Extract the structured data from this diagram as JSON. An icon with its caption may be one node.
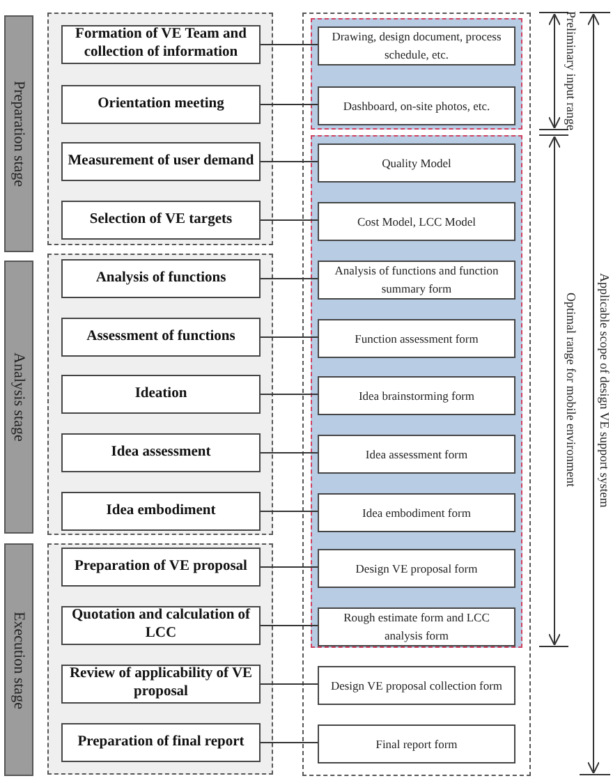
{
  "diagram": {
    "nodes": [
      {
        "text": [
          "Preparation stage"
        ]
      },
      {
        "text": [
          "Analysis stage"
        ]
      },
      {
        "text": [
          "Execution stage"
        ]
      },
      {
        "text": [],
        "shape": "box"
      },
      {
        "text": [],
        "shape": "box"
      },
      {
        "text": [],
        "shape": "box"
      },
      {
        "text": [
          "Formation of VE Team and collection of information"
        ],
        "in": 3
      },
      {
        "text": [
          "Orientation meeting"
        ],
        "in": 3
      },
      {
        "text": [
          "Measurement of user demand"
        ],
        "in": 3
      },
      {
        "text": [
          "Selection of VE targets"
        ],
        "in": 3
      },
      {
        "text": [
          "Analysis of functions"
        ],
        "in": 4
      },
      {
        "text": [
          "Assessment of functions"
        ],
        "in": 4
      },
      {
        "text": [
          "Ideation"
        ],
        "in": 4
      },
      {
        "text": [
          "Idea assessment"
        ],
        "in": 4
      },
      {
        "text": [
          "Idea embodiment"
        ],
        "in": 4
      },
      {
        "text": [
          "Preparation of VE proposal"
        ],
        "in": 5
      },
      {
        "text": [
          "Quotation and calculation of LCC"
        ],
        "in": 5
      },
      {
        "text": [
          "Review of applicability of VE proposal"
        ],
        "in": 5
      },
      {
        "text": [
          "Preparation of final report"
        ],
        "in": 5
      },
      {
        "text": [],
        "shape": "box"
      },
      {
        "text": [],
        "shape": "box",
        "in": 19
      },
      {
        "text": [],
        "shape": "box",
        "in": 19
      },
      {
        "text": [
          "Drawing, design document, process schedule, etc."
        ],
        "in": 20
      },
      {
        "text": [
          "Dashboard, on-site photos, etc."
        ],
        "in": 20
      },
      {
        "text": [
          "Quality Model"
        ],
        "in": 21
      },
      {
        "text": [
          "Cost Model, LCC Model"
        ],
        "in": 21
      },
      {
        "text": [
          "Analysis of functions and function summary form"
        ],
        "in": 21
      },
      {
        "text": [
          "Function assessment form"
        ],
        "in": 21
      },
      {
        "text": [
          "Idea brainstorming form"
        ],
        "in": 21
      },
      {
        "text": [
          "Idea assessment form"
        ],
        "in": 21
      },
      {
        "text": [
          "Idea embodiment form"
        ],
        "in": 21
      },
      {
        "text": [
          "Design VE proposal form"
        ],
        "in": 21
      },
      {
        "text": [
          "Rough estimate form and LCC analysis form"
        ],
        "in": 21
      },
      {
        "text": [
          "Design VE proposal collection form"
        ],
        "in": 19
      },
      {
        "text": [
          "Final report form"
        ],
        "in": 19
      }
    ],
    "edges": [
      {
        "from": 6,
        "to": 22,
        "arrow": "none"
      },
      {
        "from": 7,
        "to": 23,
        "arrow": "none"
      },
      {
        "from": 8,
        "to": 24,
        "arrow": "none"
      },
      {
        "from": 9,
        "to": 25,
        "arrow": "none"
      },
      {
        "from": 10,
        "to": 26,
        "arrow": "none"
      },
      {
        "from": 11,
        "to": 27,
        "arrow": "none"
      },
      {
        "from": 12,
        "to": 28,
        "arrow": "none"
      },
      {
        "from": 13,
        "to": 29,
        "arrow": "none"
      },
      {
        "from": 14,
        "to": 30,
        "arrow": "none"
      },
      {
        "from": 15,
        "to": 31,
        "arrow": "none"
      },
      {
        "from": 16,
        "to": 32,
        "arrow": "none"
      },
      {
        "from": 17,
        "to": 33,
        "arrow": "none"
      },
      {
        "from": 18,
        "to": 34,
        "arrow": "none"
      }
    ],
    "labels": [
      "Preliminary input range",
      "Optimal range for mobile environment",
      "Applicable scope of design VE support system"
    ]
  }
}
